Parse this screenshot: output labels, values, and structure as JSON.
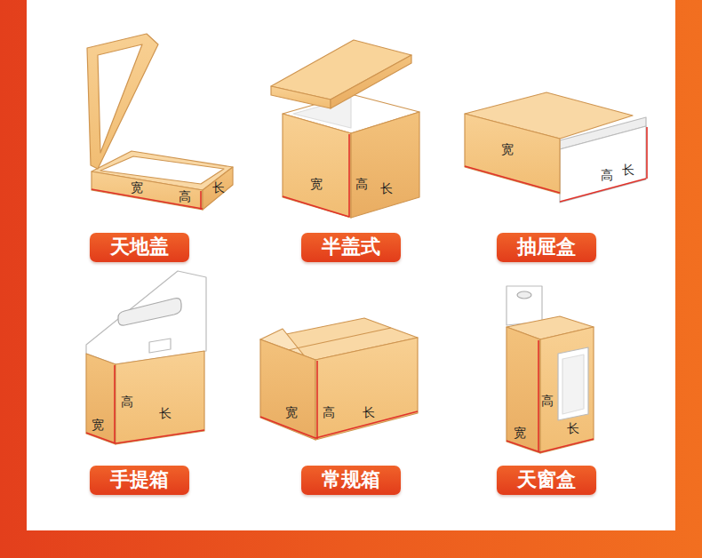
{
  "diagram": {
    "nodes": [
      {
        "text": [
          "天地盖"
        ]
      },
      {
        "text": [
          "半盖式"
        ]
      },
      {
        "text": [
          "抽屉盒"
        ]
      },
      {
        "text": [
          "手提箱"
        ]
      },
      {
        "text": [
          "常规箱"
        ]
      },
      {
        "text": [
          "天窗盒"
        ]
      }
    ],
    "labels": [
      "宽",
      "高",
      "长",
      "宽",
      "高",
      "长",
      "宽",
      "高",
      "长",
      "高",
      "长",
      "宽",
      "宽",
      "高",
      "长",
      "高",
      "长",
      "宽"
    ]
  }
}
